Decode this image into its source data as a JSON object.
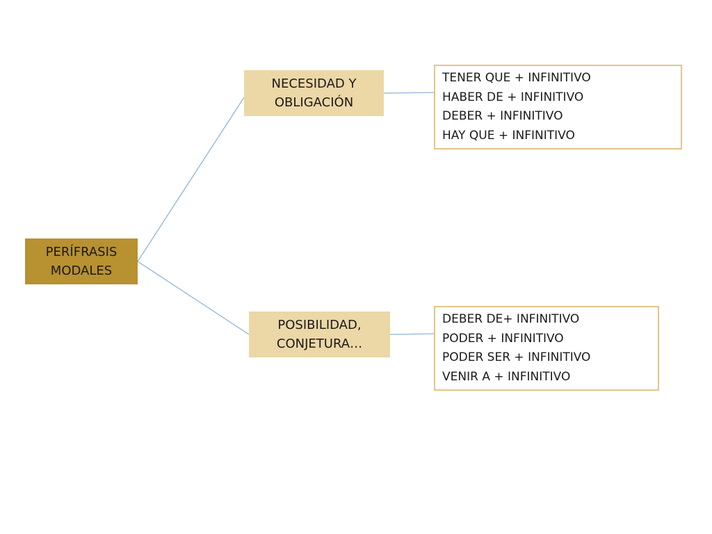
{
  "diagram": {
    "root": {
      "lines": [
        "PERÍFRASIS",
        "MODALES"
      ]
    },
    "branches": [
      {
        "category": [
          "NECESIDAD Y",
          "OBLIGACIÓN"
        ],
        "items": [
          "TENER QUE + INFINITIVO",
          "HABER DE + INFINITIVO",
          "DEBER + INFINITIVO",
          "HAY QUE + INFINITIVO"
        ]
      },
      {
        "category": [
          "POSIBILIDAD,",
          "CONJETURA…"
        ],
        "items": [
          "DEBER DE+ INFINITIVO",
          "PODER + INFINITIVO",
          "PODER SER + INFINITIVO",
          "VENIR A + INFINITIVO"
        ]
      }
    ],
    "colors": {
      "root_fill": "#b89130",
      "category_fill": "#ecd7a6",
      "list_border": "#e3c488",
      "connector": "#8fb4d6"
    }
  }
}
